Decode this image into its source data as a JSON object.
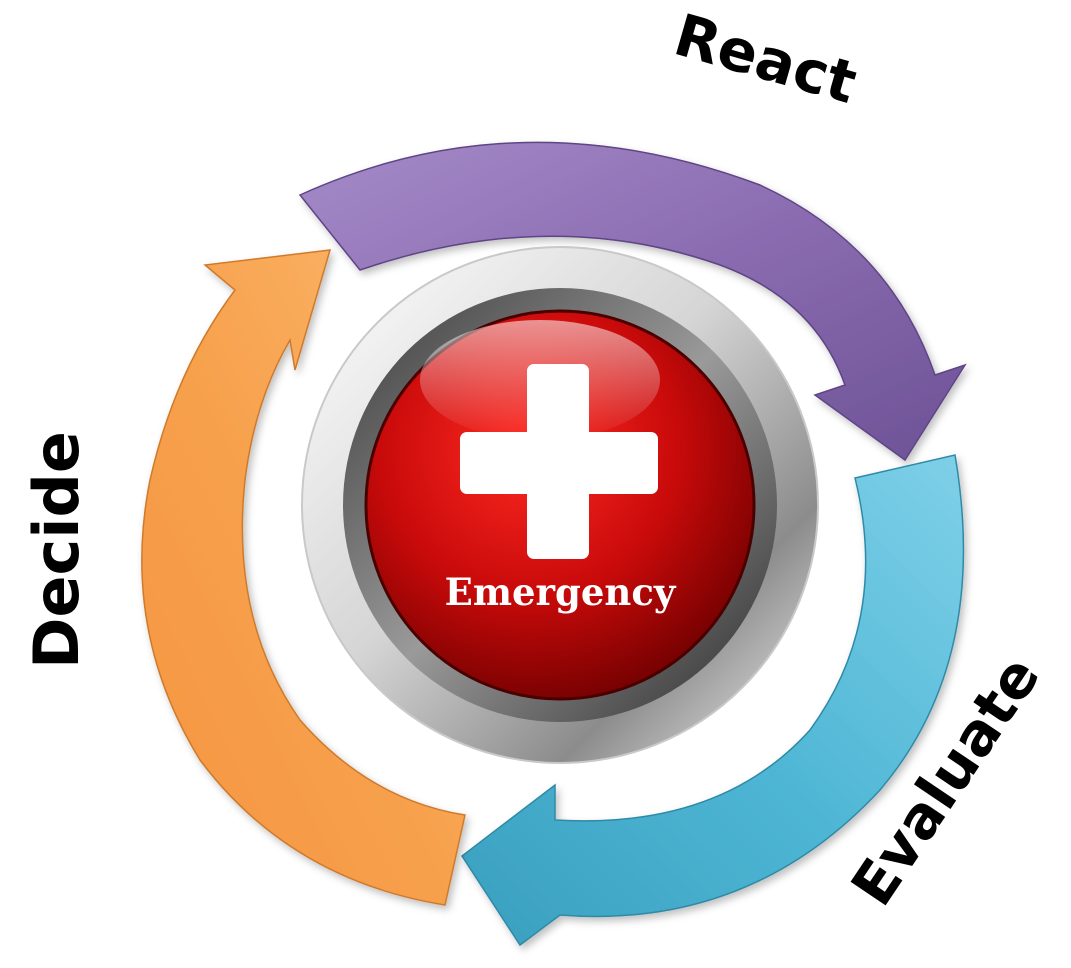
{
  "diagram": {
    "center": {
      "label": "Emergency",
      "icon": "medical-cross-icon",
      "button_color": "#c80a0a",
      "cross_color": "#ffffff"
    },
    "stages": [
      {
        "label": "React",
        "arrow_color": "#8a6bb0"
      },
      {
        "label": "Evaluate",
        "arrow_color": "#4fb7d5"
      },
      {
        "label": "Decide",
        "arrow_color": "#f7a14d"
      }
    ]
  }
}
